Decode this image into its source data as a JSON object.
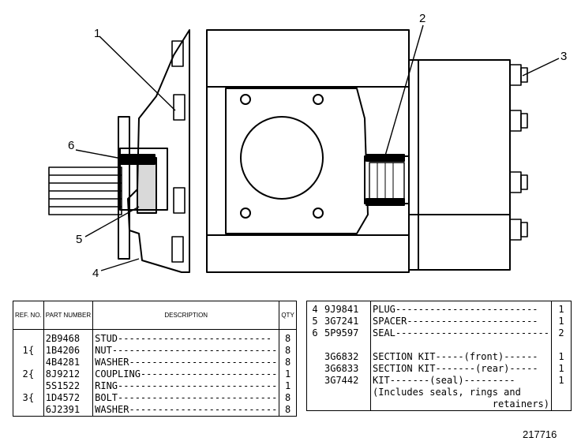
{
  "figure": {
    "callouts": [
      "1",
      "2",
      "3",
      "4",
      "5",
      "6"
    ],
    "number": "217716"
  },
  "parts_table_left": {
    "headers": {
      "ref": "REF. NO.",
      "part": "PART NUMBER",
      "description": "DESCRIPTION",
      "qty": "QTY"
    },
    "rows": [
      {
        "ref": "",
        "part": "2B9468",
        "description": "STUD",
        "qty": "8"
      },
      {
        "ref": "1",
        "part": "1B4206",
        "description": "NUT",
        "qty": "8"
      },
      {
        "ref": "",
        "part": "4B4281",
        "description": "WASHER",
        "qty": "8"
      },
      {
        "ref": "2",
        "part": "8J9212",
        "description": "COUPLING",
        "qty": "1"
      },
      {
        "ref": "",
        "part": "5S1522",
        "description": "RING",
        "qty": "1"
      },
      {
        "ref": "3",
        "part": "1D4572",
        "description": "BOLT",
        "qty": "8"
      },
      {
        "ref": "",
        "part": "6J2391",
        "description": "WASHER",
        "qty": "8"
      }
    ]
  },
  "parts_table_right": {
    "rows": [
      {
        "ref": "4",
        "part": "9J9841",
        "description": "PLUG",
        "qty": "1"
      },
      {
        "ref": "5",
        "part": "3G7241",
        "description": "SPACER",
        "qty": "1"
      },
      {
        "ref": "6",
        "part": "5P9597",
        "description": "SEAL",
        "qty": "2"
      },
      {
        "ref": "",
        "part": "",
        "description": "",
        "qty": ""
      },
      {
        "ref": "",
        "part": "3G6832",
        "description": "SECTION KIT",
        "note": "(front)",
        "qty": "1"
      },
      {
        "ref": "",
        "part": "3G6833",
        "description": "SECTION KIT",
        "note": "(rear)",
        "qty": "1"
      },
      {
        "ref": "",
        "part": "3G7442",
        "description": "KIT",
        "note": "(seal)",
        "qty": "1"
      },
      {
        "ref": "",
        "part": "",
        "description": "(Includes seals, rings and",
        "qty": ""
      },
      {
        "ref": "",
        "part": "",
        "description": "retainers)",
        "qty": ""
      }
    ]
  }
}
